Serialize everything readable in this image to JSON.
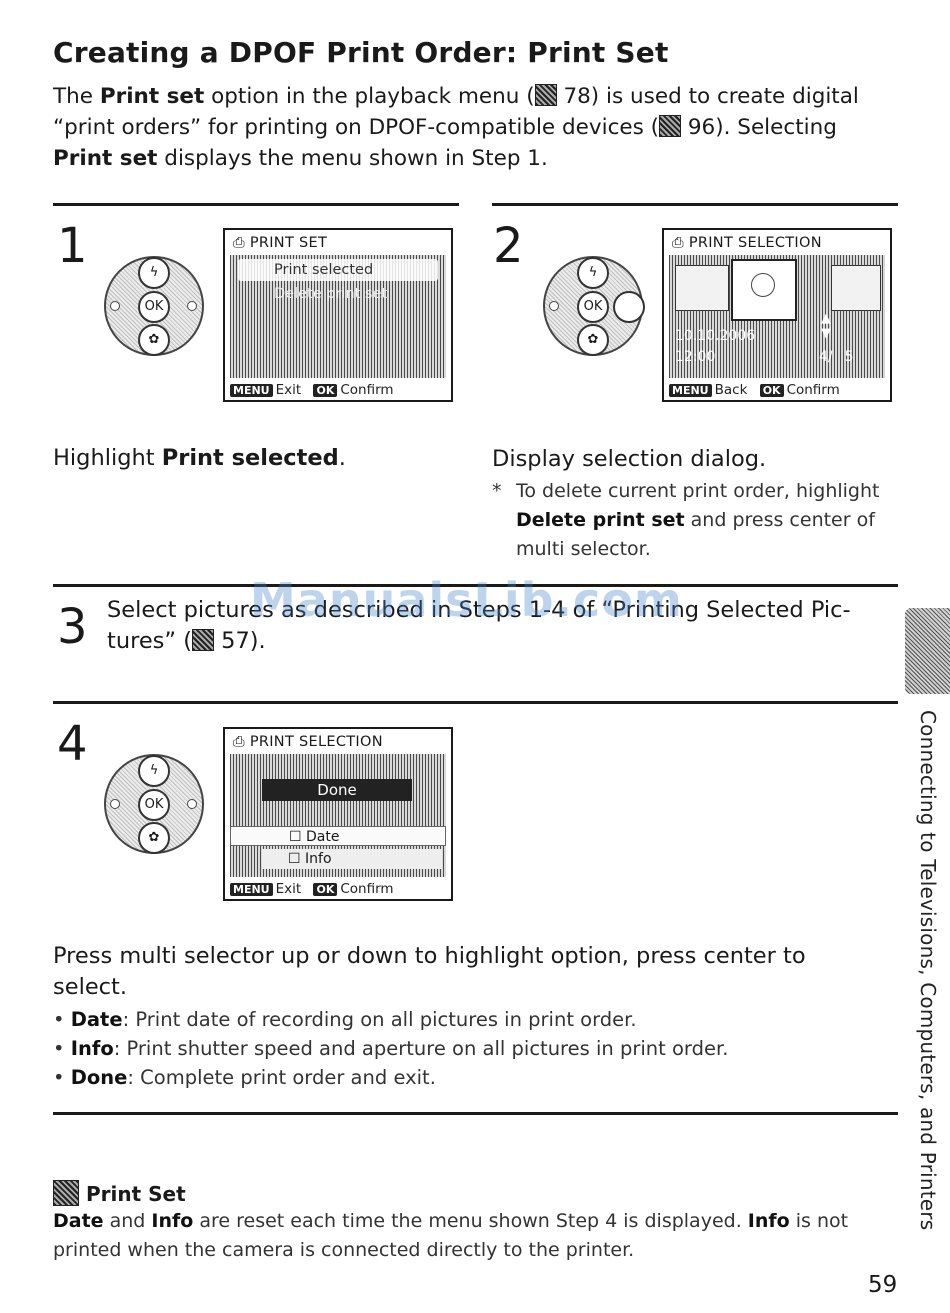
{
  "title": "Creating a DPOF Print Order: Print Set",
  "intro": {
    "l1a": "The ",
    "l1b": "Print set",
    "l1c": " option in the playback menu (",
    "l1d": " 78) is used to create digital",
    "l2a": "“print orders” for printing on DPOF-compatible devices (",
    "l2b": " 96). Selecting",
    "l3a": "Print set",
    "l3b": " displays the menu shown in Step 1."
  },
  "step1": {
    "number": "1",
    "screen_title": "PRINT SET",
    "menu": [
      "Print selected",
      "Delete print set"
    ],
    "footer_key1": "MENU",
    "footer_label1": "Exit",
    "footer_key2": "OK",
    "footer_label2": "Confirm",
    "caption_a": "Highlight ",
    "caption_b": "Print selected",
    "caption_c": "."
  },
  "step2": {
    "number": "2",
    "screen_title": "PRINT SELECTION",
    "date": "10.10.2006",
    "time": "12:00",
    "counter": "4/",
    "total": "5",
    "footer_key1": "MENU",
    "footer_label1": "Back",
    "footer_key2": "OK",
    "footer_label2": "Confirm",
    "caption": "Display selection dialog.",
    "note_star": "*",
    "note_l1": "To delete current print order, highlight",
    "note_l2a": "Delete print set",
    "note_l2b": " and press center of",
    "note_l3": "multi selector."
  },
  "step3": {
    "number": "3",
    "text_l1": "Select pictures as described in Steps 1-4 of “Printing Selected Pic-",
    "text_l2a": "tures” (",
    "text_l2b": " 57)."
  },
  "step4": {
    "number": "4",
    "screen_title": "PRINT SELECTION",
    "done": "Done",
    "opt_date": "Date",
    "opt_info": "Info",
    "footer_key1": "MENU",
    "footer_label1": "Exit",
    "footer_key2": "OK",
    "footer_label2": "Confirm",
    "caption_l1": "Press multi selector up or down to highlight option, press center to",
    "caption_l2": "select.",
    "bullets": [
      {
        "term": "Date",
        "desc": ": Print date of recording on all pictures in print order."
      },
      {
        "term": "Info",
        "desc": ": Print shutter speed and aperture on all pictures in print order."
      },
      {
        "term": "Done",
        "desc": ": Complete print order and exit."
      }
    ]
  },
  "dial": {
    "ok": "OK"
  },
  "note_box": {
    "heading": "Print Set",
    "l1a": "Date",
    "l1b": " and ",
    "l1c": "Info",
    "l1d": " are reset each time the menu shown Step 4 is displayed. ",
    "l1e": "Info",
    "l1f": " is not",
    "l2": "printed when the camera is connected directly to the printer."
  },
  "side_label": "Connecting to Televisions, Computers, and Printers",
  "page_number": "59",
  "watermark": "ManualsLib.com"
}
